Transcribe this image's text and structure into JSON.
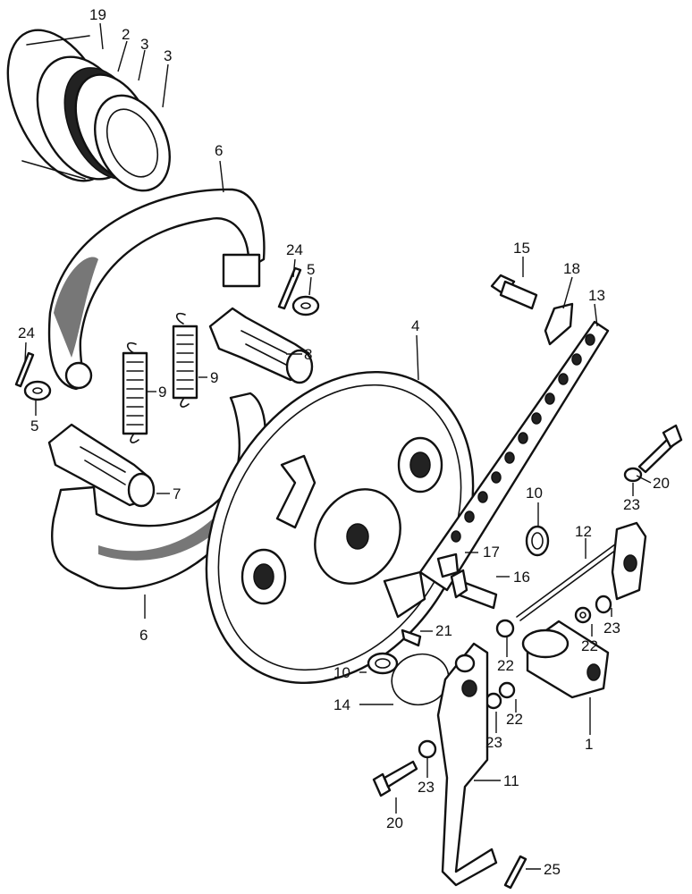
{
  "callouts": {
    "c19": "19",
    "c2": "2",
    "c3a": "3",
    "c3b": "3",
    "c6top": "6",
    "c24top": "24",
    "c5top": "5",
    "c15": "15",
    "c18": "18",
    "c13": "13",
    "c24left": "24",
    "c9a": "9",
    "c9b": "9",
    "c8": "8",
    "c4": "4",
    "c5left": "5",
    "c7": "7",
    "c10right": "10",
    "c20right": "20",
    "c23right": "23",
    "c17": "17",
    "c12": "12",
    "c16": "16",
    "c6bottom": "6",
    "c21": "21",
    "c22a": "22",
    "c23b": "23",
    "c22b": "22",
    "c10bottom": "10",
    "c14": "14",
    "c22c": "22",
    "c23c": "23",
    "c1": "1",
    "c23d": "23",
    "c11": "11",
    "c20bottom": "20",
    "c25": "25"
  }
}
